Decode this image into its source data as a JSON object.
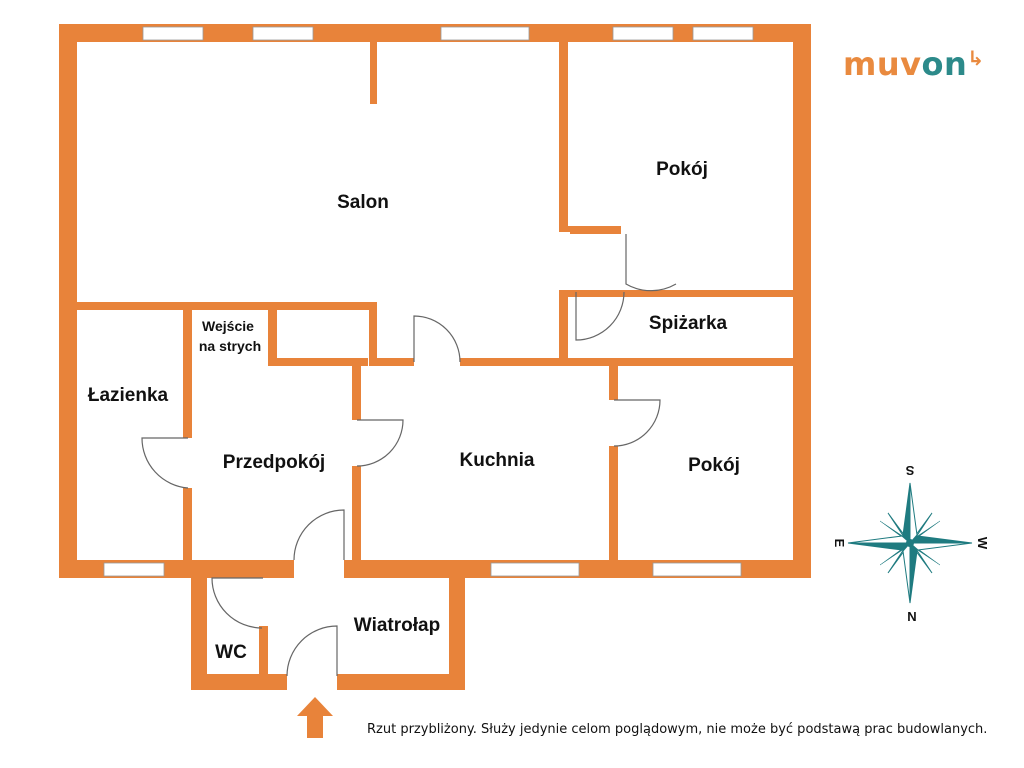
{
  "brand": {
    "logo_part1": "muv",
    "logo_part2": "on",
    "brand_color": "#e98a3f",
    "accent_color": "#2c8a8a"
  },
  "rooms": {
    "salon": "Salon",
    "pokoj_top": "Pokój",
    "spizarka": "Spiżarka",
    "wejscie_line1": "Wejście",
    "wejscie_line2": "na strych",
    "lazienka": "Łazienka",
    "przedpokoj": "Przedpokój",
    "kuchnia": "Kuchnia",
    "pokoj_bottom": "Pokój",
    "wiatrolap": "Wiatrołap",
    "wc": "WC"
  },
  "compass": {
    "north": "N",
    "south": "S",
    "east": "E",
    "west": "W",
    "color": "#1f7b80"
  },
  "entrance_arrow": "entrance-arrow-icon",
  "disclaimer": "Rzut przybliżony. Służy jedynie celom poglądowym, nie może być podstawą prac budowlanych.",
  "wall_color": "#e8833a"
}
